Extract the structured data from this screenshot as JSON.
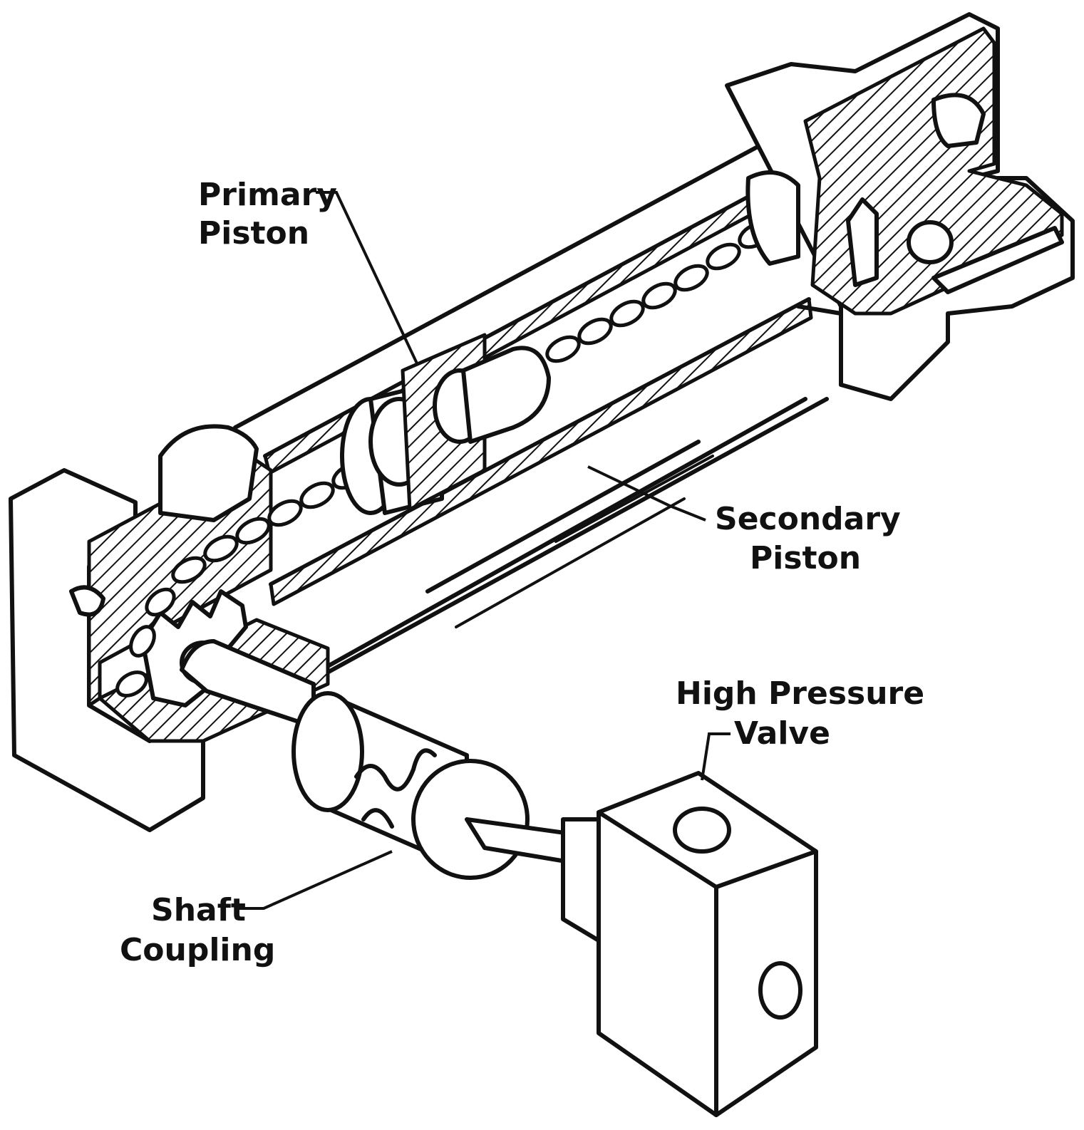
{
  "labels": {
    "primary_piston": [
      "Primary",
      "Piston"
    ],
    "secondary_piston": [
      "Secondary",
      "Piston"
    ],
    "high_pressure_valve": [
      "High Pressure",
      "Valve"
    ],
    "shaft_coupling": [
      "Shaft",
      "Coupling"
    ]
  }
}
